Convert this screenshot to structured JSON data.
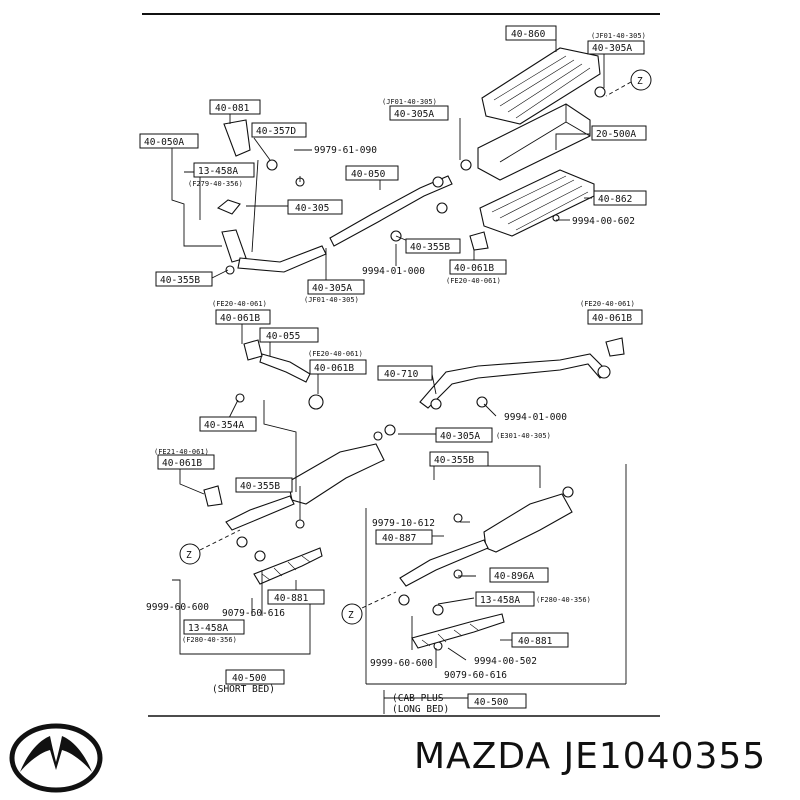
{
  "labels": {
    "l40_860": "40-860",
    "l40_305A_top": "40-305A",
    "jf01_top": "(JF01-40-305)",
    "l40_305A_mid": "40-305A",
    "l20_500A": "20-500A",
    "l40_862": "40-862",
    "n9994_00_602": "9994-00-602",
    "l40_081": "40-081",
    "l40_357D": "40-357D",
    "l40_050A": "40-050A",
    "n9979_61_090": "9979-61-090",
    "l13_458A_top": "13-458A",
    "f279": "(F279-40-356)",
    "l40_050": "40-050",
    "l40_305_mid": "40-305",
    "l40_355B_mid": "40-355B",
    "n9994_01_000_a": "9994-01-000",
    "l40_061B_a": "40-061B",
    "fe20_a": "(FE20-40-061)",
    "l40_355B_left": "40-355B",
    "l40_305A_low": "40-305A",
    "jf01_low": "(JF01-40-305)",
    "fe20_b": "(FE20-40-061)",
    "l40_061B_b": "40-061B",
    "fe20_c": "(FE20-40-061)",
    "l40_061B_c": "40-061B",
    "l40_055": "40-055",
    "fe20_d": "(FE20-40-061)",
    "l40_061B_d": "40-061B",
    "l40_710": "40-710",
    "n9994_01_000_b": "9994-01-000",
    "l40_354A": "40-354A",
    "l40_305A_e": "40-305A",
    "e301": "(E301-40-305)",
    "fe21": "(FE21-40-061)",
    "l40_061B_e": "40-061B",
    "l40_355B_r": "40-355B",
    "l40_355B_l2": "40-355B",
    "n9979_10_612": "9979-10-612",
    "l40_887": "40-887",
    "l40_896A": "40-896A",
    "l13_458A_r": "13-458A",
    "f280_r": "(F280-40-356)",
    "l40_881_r": "40-881",
    "n9999_60_600_r": "9999-60-600",
    "n9994_00_502": "9994-00-502",
    "n9079_60_616_r": "9079-60-616",
    "n9999_60_600_l": "9999-60-600",
    "n9079_60_616_l": "9079-60-616",
    "l40_881_l": "40-881",
    "l13_458A_l": "13-458A",
    "f280_l": "(F280-40-356)",
    "l40_500_short": "40-500",
    "short_bed": "(SHORT BED)",
    "cab_plus": "(CAB PLUS",
    "long_bed": "(LONG BED)",
    "l40_500_long": "40-500",
    "z1": "Z",
    "z2": "Z",
    "z3": "Z"
  },
  "footer": {
    "brand": "MAZDA JE1040355",
    "logo_icon": "mazda-logo-icon"
  }
}
